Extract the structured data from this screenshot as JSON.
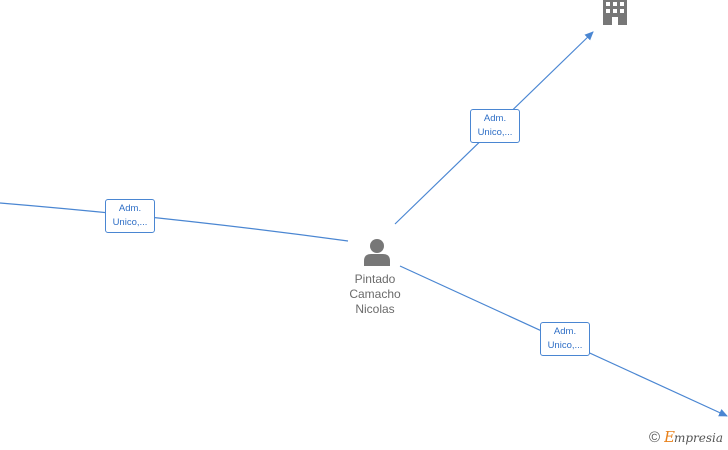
{
  "colors": {
    "edge": "#4a86d2",
    "label_text": "#2f6fc6",
    "node_icon": "#777777",
    "node_text": "#6b6b6b",
    "brand_e": "#e8811b"
  },
  "person": {
    "icon": "person-icon",
    "name_lines": [
      "Pintado",
      "Camacho",
      "Nicolas"
    ]
  },
  "company": {
    "icon": "building-icon"
  },
  "edges": [
    {
      "id": "left",
      "label_lines": [
        "Adm.",
        "Unico,..."
      ]
    },
    {
      "id": "top-right",
      "label_lines": [
        "Adm.",
        "Unico,..."
      ]
    },
    {
      "id": "bottom-right",
      "label_lines": [
        "Adm.",
        "Unico,..."
      ]
    }
  ],
  "watermark": {
    "copyright": "©",
    "brand": "Empresia"
  }
}
